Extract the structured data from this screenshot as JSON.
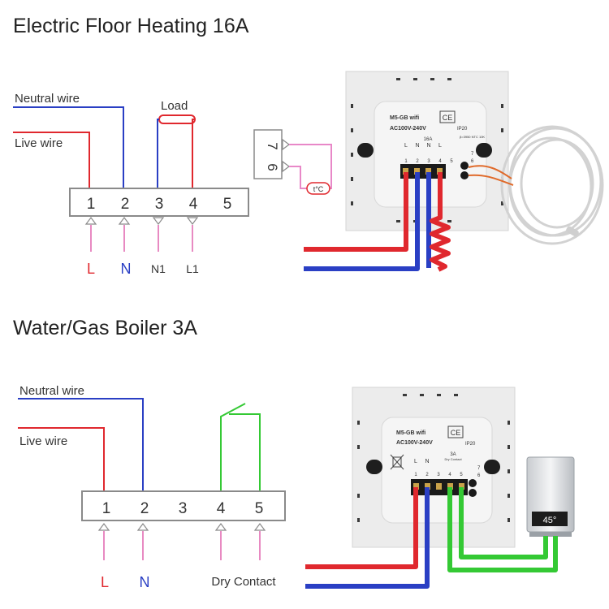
{
  "colors": {
    "neutral": "#2a3fc4",
    "live": "#e0282e",
    "green": "#34c934",
    "sensor": "#e888c8",
    "pink": "#e88ac2",
    "terminal_text": "#333333"
  },
  "section1": {
    "title": "Electric Floor Heating 16A",
    "neutral_label": "Neutral wire",
    "live_label": "Live wire",
    "load_label": "Load",
    "terminals": [
      "1",
      "2",
      "3",
      "4",
      "5"
    ],
    "sensor_terminals": [
      "7",
      "6"
    ],
    "sensor_label": "t°C",
    "bottom_labels": [
      "L",
      "N",
      "N1",
      "L1"
    ],
    "device": {
      "model": "M5-GB wifi",
      "voltage": "AC100V-240V",
      "ce": "CE",
      "ip": "IP20",
      "current": "16A",
      "pin_letters": [
        "L",
        "N",
        "N",
        "L"
      ],
      "pin_numbers": [
        "1",
        "2",
        "3",
        "4",
        "5"
      ],
      "sensor_pins": [
        "7",
        "6"
      ],
      "sensor_spec": "β=3950 NTC 10K"
    }
  },
  "section2": {
    "title": "Water/Gas Boiler 3A",
    "neutral_label": "Neutral wire",
    "live_label": "Live wire",
    "terminals": [
      "1",
      "2",
      "3",
      "4",
      "5"
    ],
    "bottom_labels": [
      "L",
      "N",
      "Dry Contact"
    ],
    "device": {
      "model": "M5-GB wifi",
      "voltage": "AC100V-240V",
      "ce": "CE",
      "ip": "IP20",
      "current": "3A",
      "dry_contact": "Dry Contact",
      "pin_letters": [
        "L",
        "N"
      ],
      "pin_numbers": [
        "1",
        "2",
        "3",
        "4",
        "5"
      ],
      "sensor_pins": [
        "7",
        "6"
      ]
    },
    "boiler_display": "45°"
  }
}
